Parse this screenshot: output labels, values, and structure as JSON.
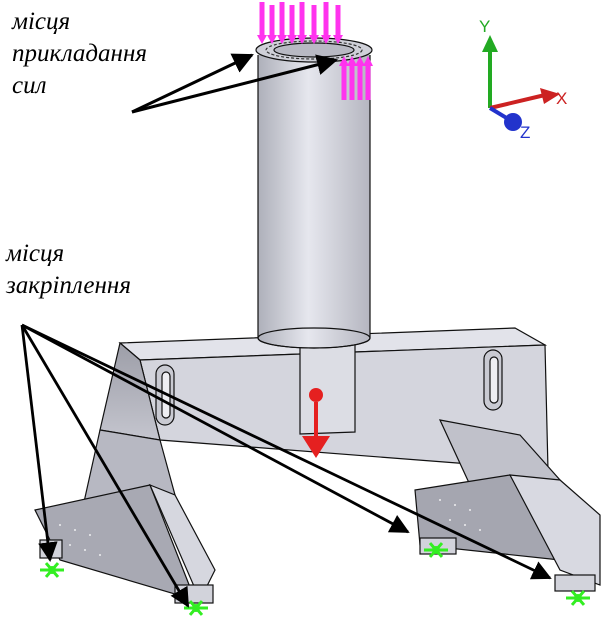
{
  "labels": {
    "force": [
      "місця",
      "прикладання",
      "сил"
    ],
    "fixture": [
      "місця",
      "закріплення"
    ]
  },
  "axes": {
    "x": "X",
    "y": "Y",
    "z": "Z"
  },
  "colors": {
    "force_arrows": "#ff33ee",
    "gravity_arrow": "#e52020",
    "fixture_markers": "#33ee22",
    "axis_x": "#cc2222",
    "axis_y": "#22aa22",
    "axis_z": "#2233cc",
    "body_fill": "#d7d8e0",
    "body_shade": "#a9aab4",
    "edge": "#111111"
  }
}
